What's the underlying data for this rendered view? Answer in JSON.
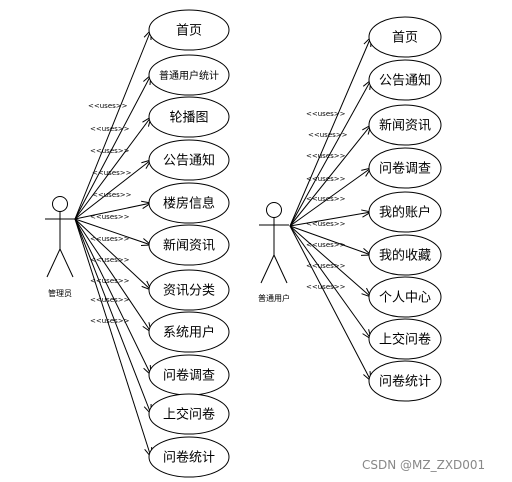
{
  "stereotype": "<<uses>>",
  "watermark": "CSDN @MZ_ZXD001",
  "actors": [
    {
      "id": "admin",
      "label": "管理员",
      "use_cases": [
        "首页",
        "普通用户统计",
        "轮播图",
        "公告通知",
        "楼房信息",
        "新闻资讯",
        "资讯分类",
        "系统用户",
        "问卷调查",
        "上交问卷",
        "问卷统计"
      ]
    },
    {
      "id": "user",
      "label": "普通用户",
      "use_cases": [
        "首页",
        "公告通知",
        "新闻资讯",
        "问卷调查",
        "我的账户",
        "我的收藏",
        "个人中心",
        "上交问卷",
        "问卷统计"
      ]
    }
  ]
}
